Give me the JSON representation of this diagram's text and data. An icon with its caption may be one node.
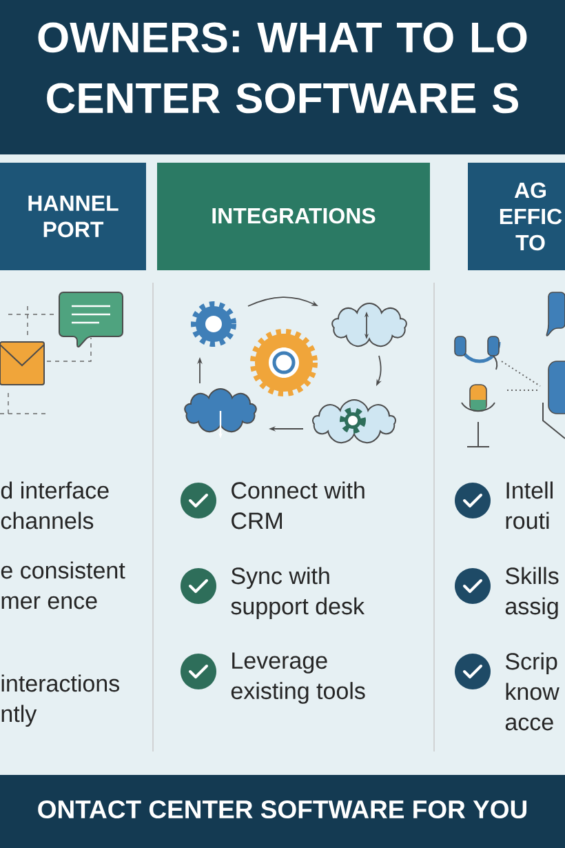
{
  "diagram": {
    "title": "OWNERS: WHAT TO LO CENTER SOFTWARE S",
    "nodes": [
      {
        "text": [
          "HANNEL PORT"
        ]
      },
      {
        "text": [
          "INTEGRATIONS"
        ]
      },
      {
        "text": [
          "AG EFFIC TO"
        ]
      }
    ],
    "labels": [
      "d interface channels",
      "e consistent mer ence",
      "interactions ntly",
      "Connect with CRM",
      "Sync with support desk",
      "Leverage existing tools",
      "Intell routi",
      "Skills assig",
      "Scrip know acce",
      "ONTACT CENTER SOFTWARE FOR YOU"
    ]
  }
}
